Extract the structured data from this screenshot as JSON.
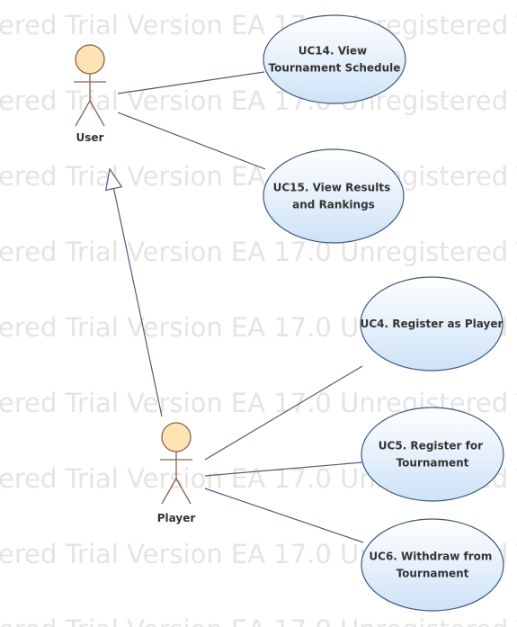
{
  "watermark": "ered Trial Version  EA 17.0 Unregistered T",
  "colors": {
    "ellipse_fill_top": "#ffffff",
    "ellipse_fill_bottom": "#cde2f7",
    "ellipse_stroke": "#3e5878",
    "actor_head_fill": "#fde4b2",
    "actor_stroke": "#8a6050",
    "line": "#505a78"
  },
  "actors": [
    {
      "id": "user",
      "label": "User"
    },
    {
      "id": "player",
      "label": "Player"
    }
  ],
  "use_cases": [
    {
      "id": "uc14",
      "lines": [
        "UC14. View",
        "Tournament Schedule"
      ]
    },
    {
      "id": "uc15",
      "lines": [
        "UC15. View Results",
        "and Rankings"
      ]
    },
    {
      "id": "uc4",
      "lines": [
        "UC4. Register as Player"
      ]
    },
    {
      "id": "uc5",
      "lines": [
        "UC5. Register for",
        "Tournament"
      ]
    },
    {
      "id": "uc6",
      "lines": [
        "UC6. Withdraw from",
        "Tournament"
      ]
    }
  ],
  "associations": [
    {
      "from": "user",
      "to": "uc14"
    },
    {
      "from": "user",
      "to": "uc15"
    },
    {
      "from": "player",
      "to": "uc4"
    },
    {
      "from": "player",
      "to": "uc5"
    },
    {
      "from": "player",
      "to": "uc6"
    }
  ],
  "generalizations": [
    {
      "from": "player",
      "to": "user"
    }
  ]
}
